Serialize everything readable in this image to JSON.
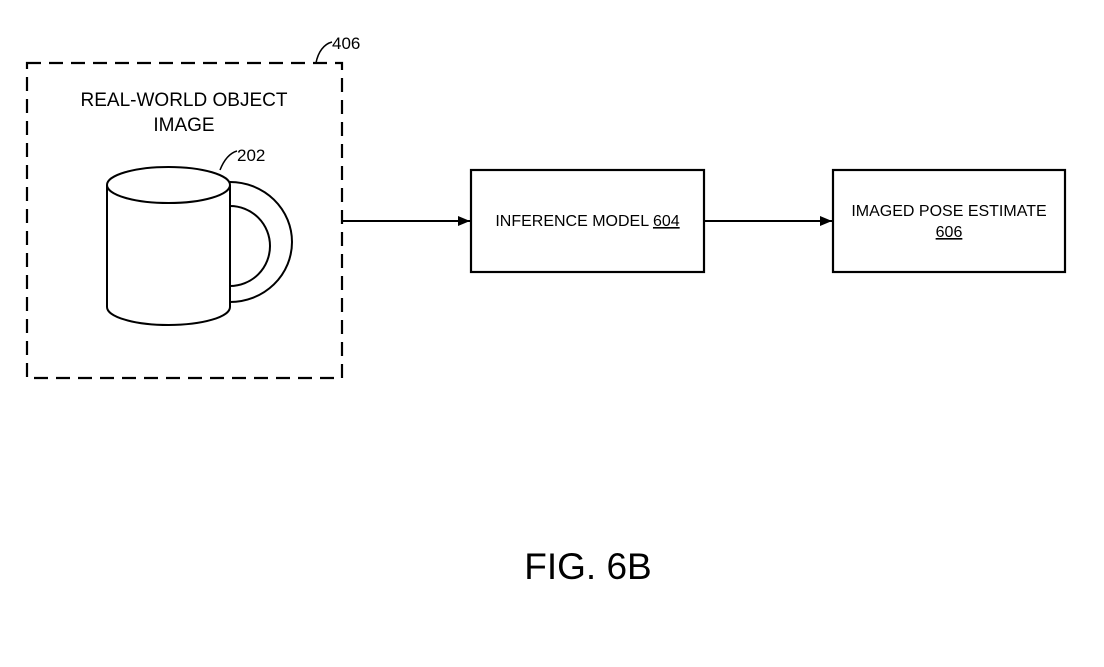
{
  "image_box": {
    "ref": "406",
    "label_line1": "REAL-WORLD OBJECT",
    "label_line2": "IMAGE",
    "object_ref": "202"
  },
  "inference_box": {
    "label": "INFERENCE MODEL",
    "ref": "604"
  },
  "pose_box": {
    "label": "IMAGED POSE ESTIMATE",
    "ref": "606"
  },
  "figure_label": "FIG. 6B"
}
